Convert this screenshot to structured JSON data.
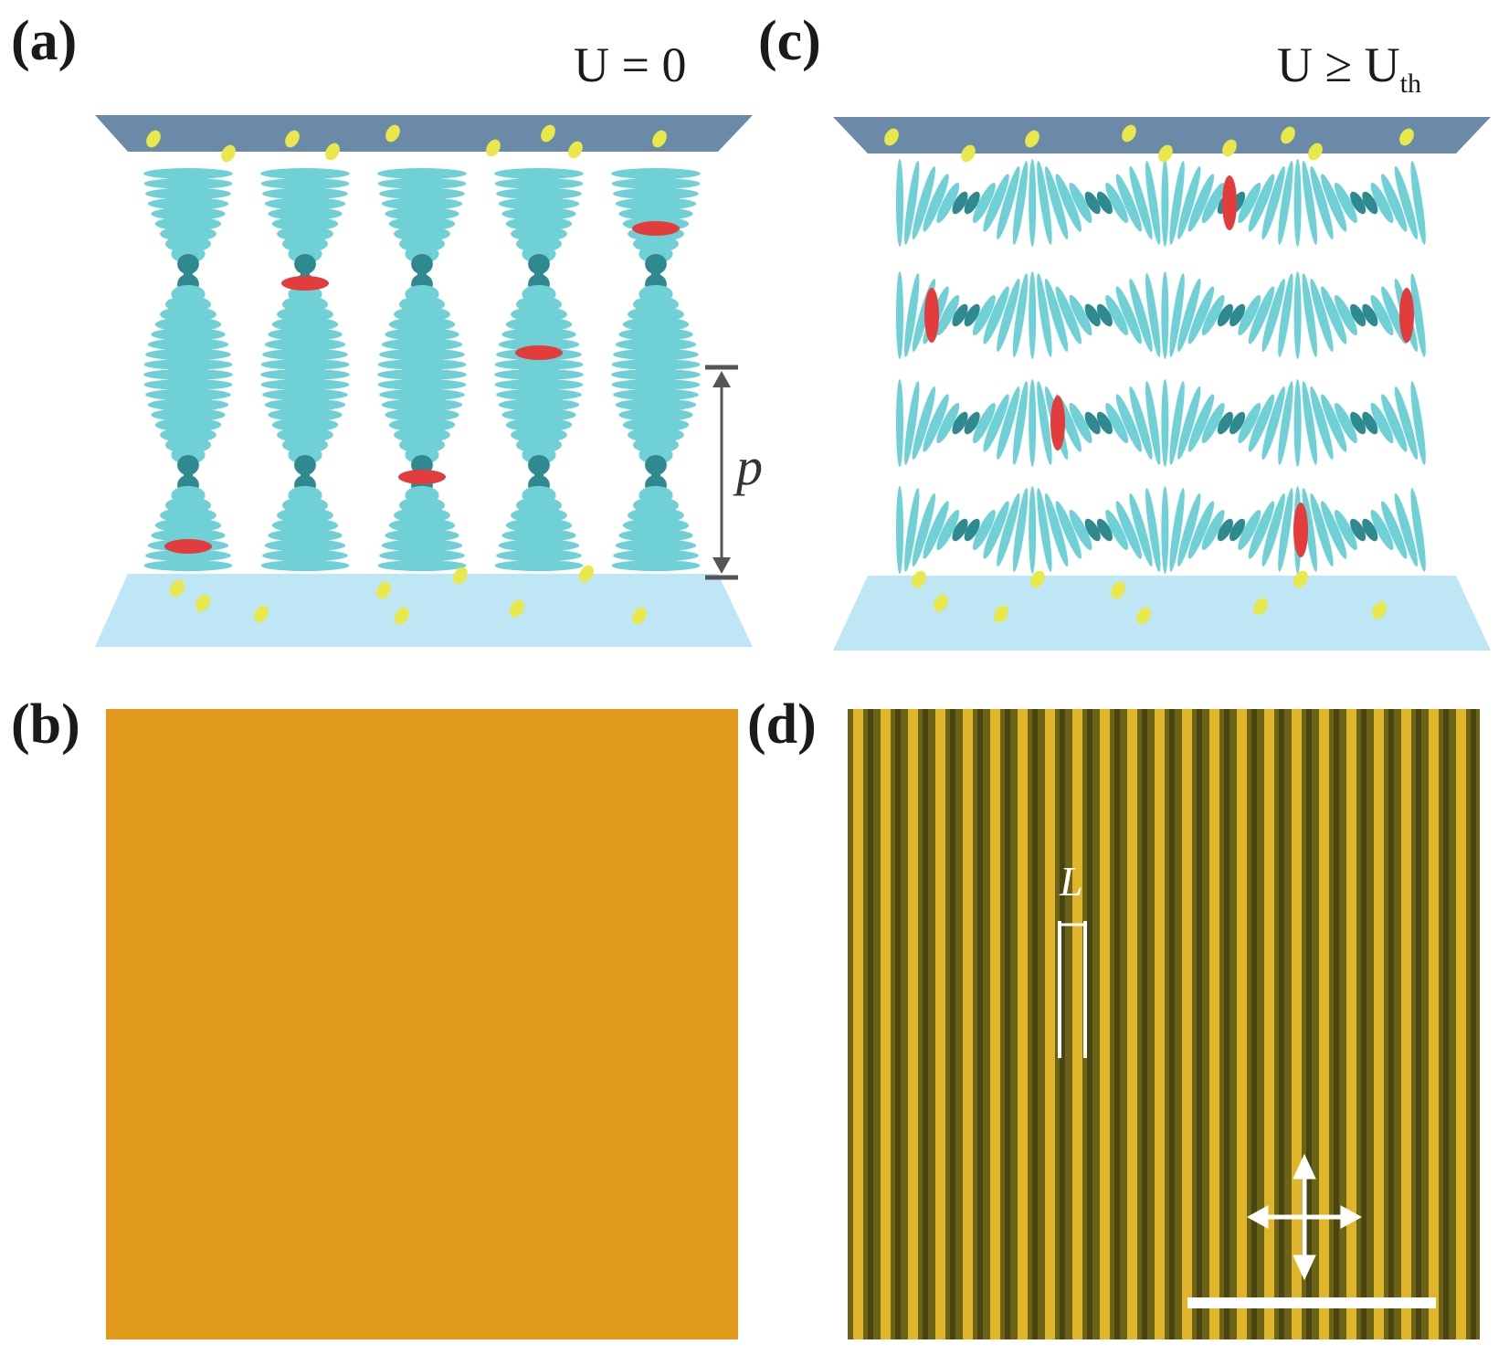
{
  "panels": {
    "a": {
      "label": "(a)",
      "condition": "U = 0",
      "pitch_symbol": "p"
    },
    "b": {
      "label": "(b)"
    },
    "c": {
      "label": "(c)",
      "condition_main": "U ≥ U",
      "condition_sub": "th"
    },
    "d": {
      "label": "(d)",
      "period_symbol": "L"
    }
  },
  "colors": {
    "top_glass": "#6b8aa8",
    "bottom_glass": "#bfe6f5",
    "lc_molecule": "#6fd0d6",
    "lc_dark": "#2f8a8f",
    "dye_molecule": "#e23c3c",
    "anchoring": "#e8e84a",
    "texture_b": "#e39b1e",
    "stripe_dark": "#6b6418",
    "stripe_light": "#e0b52a"
  }
}
